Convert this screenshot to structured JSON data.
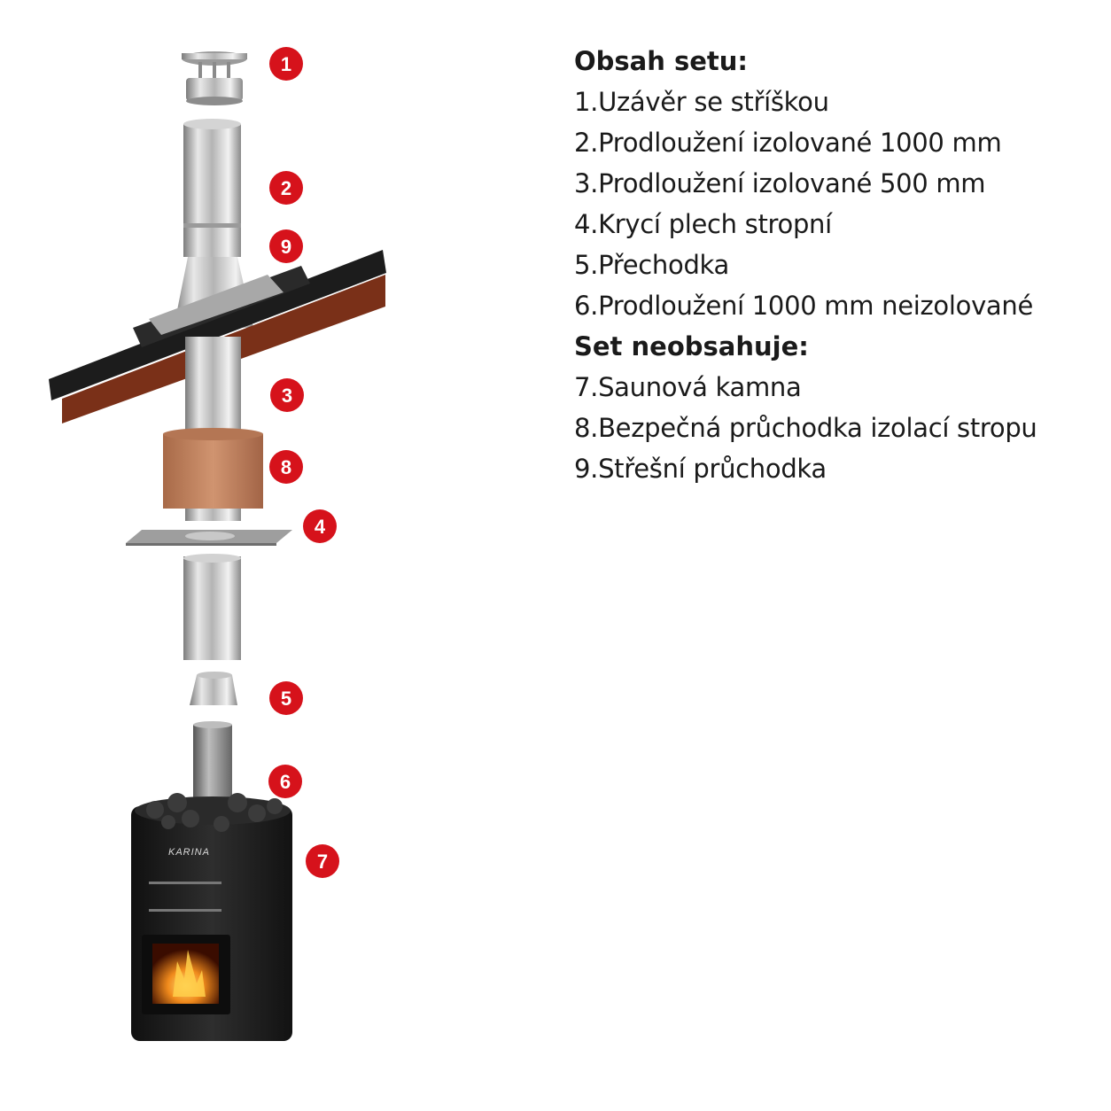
{
  "legend": {
    "included_heading": "Obsah setu:",
    "included_items": [
      "1.Uzávěr se stříškou",
      "2.Prodloužení izolované 1000 mm",
      "3.Prodloužení izolované 500 mm",
      "4.Krycí plech stropní",
      "5.Přechodka",
      "6.Prodloužení 1000 mm neizolované"
    ],
    "excluded_heading": "Set neobsahuje:",
    "excluded_items": [
      "7.Saunová kamna",
      "8.Bezpečná průchodka izolací stropu",
      "9.Střešní průchodka"
    ]
  },
  "parts": [
    {
      "label": "1",
      "icon": "chimney-cap-icon"
    },
    {
      "label": "2",
      "icon": "insulated-pipe-1000-icon"
    },
    {
      "label": "9",
      "icon": "roof-flashing-icon"
    },
    {
      "label": "3",
      "icon": "insulated-pipe-500-icon"
    },
    {
      "label": "8",
      "icon": "ceiling-insulation-sleeve-icon"
    },
    {
      "label": "4",
      "icon": "ceiling-cover-plate-icon"
    },
    {
      "label": "5",
      "icon": "adapter-icon"
    },
    {
      "label": "6",
      "icon": "uninsulated-pipe-icon"
    },
    {
      "label": "7",
      "icon": "sauna-stove-icon"
    }
  ],
  "stove": {
    "brand": "KARINA"
  },
  "colors": {
    "badge": "#d6121b",
    "steel_light": "#eeeeee",
    "steel_dark": "#7c7c7c",
    "roof": "#1c1c1c",
    "rafter": "#7a3018",
    "insulation": "#c0845f",
    "stove": "#1e1e1e"
  }
}
